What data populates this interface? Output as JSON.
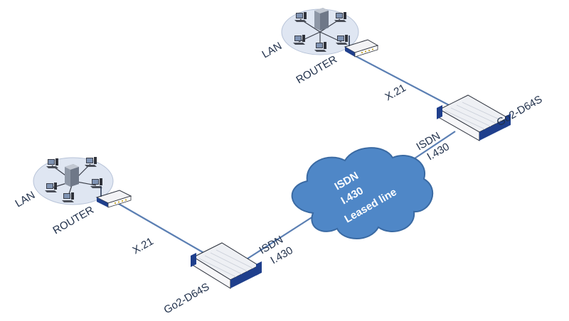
{
  "colors": {
    "link": "#5b7fb3",
    "cloud_fill": "#4f87c7",
    "cloud_stroke": "#3a6aa3",
    "lan_disc": "#dfe6f2",
    "device_body": "#f3f3f5",
    "device_accent": "#1f3f8c",
    "label": "#1f2f4a"
  },
  "sites": {
    "top": {
      "lan_label": "LAN",
      "router_label": "ROUTER",
      "link_label": "X.21",
      "device_label": "Go2-D64S",
      "isdn_label": "ISDN",
      "iface_label": "I.430"
    },
    "bottom": {
      "lan_label": "LAN",
      "router_label": "ROUTER",
      "link_label": "X.21",
      "device_label": "Go2-D64S",
      "isdn_label": "ISDN",
      "iface_label": "I.430"
    }
  },
  "cloud": {
    "line1": "ISDN",
    "line2": "I.430",
    "line3": "Leased line"
  },
  "icons": {
    "lan": "lan-network-icon",
    "router": "router-icon",
    "device": "go2-d64s-device-icon",
    "cloud": "cloud-icon"
  }
}
